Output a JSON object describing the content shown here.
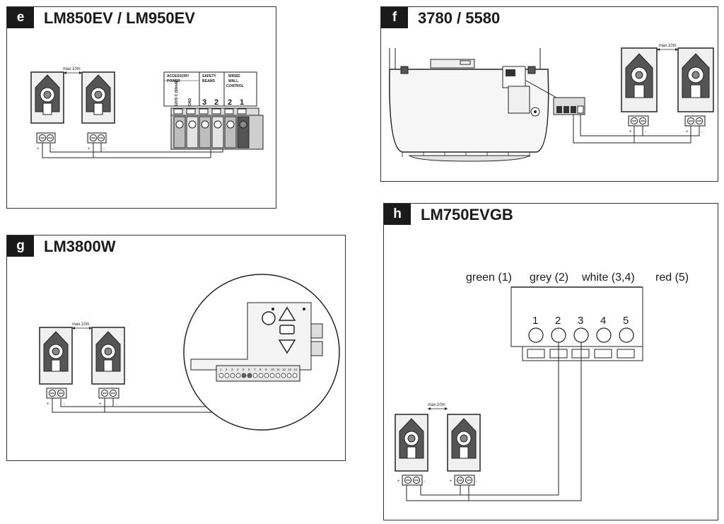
{
  "panels": {
    "e": {
      "badge": "e",
      "title": "LM850EV / LM950EV",
      "distance": "max.10m",
      "plus": "+",
      "minus": "-",
      "headers": {
        "acc1": "ACCESSORY",
        "acc2": "POWER",
        "sb1": "SAFETY",
        "sb2": "BEAMS",
        "ww1": "WIRED",
        "ww2": "WALL",
        "ww3": "CONTROL"
      },
      "vertical": {
        "v12": "12VD C (50mA)",
        "gnd": "GND"
      },
      "terminals": [
        "3",
        "2",
        "2",
        "1"
      ]
    },
    "f": {
      "badge": "f",
      "title": "3780 / 5580",
      "distance": "max.10m",
      "plus": "+",
      "minus": "-"
    },
    "g": {
      "badge": "g",
      "title": "LM3800W",
      "distance": "max.10m",
      "plus": "+",
      "minus": "-",
      "strip": [
        "1",
        "2",
        "3",
        "4",
        "5",
        "6",
        "7",
        "8",
        "9",
        "10",
        "11",
        "12",
        "13",
        "14"
      ]
    },
    "h": {
      "badge": "h",
      "title": "LM750EVGB",
      "distance": "max.10m",
      "plus": "+",
      "minus": "-",
      "wires": {
        "green": "green (1)",
        "grey": "grey (2)",
        "white": "white (3,4)",
        "red": "red (5)"
      },
      "terminals": [
        "1",
        "2",
        "3",
        "4",
        "5"
      ]
    }
  }
}
